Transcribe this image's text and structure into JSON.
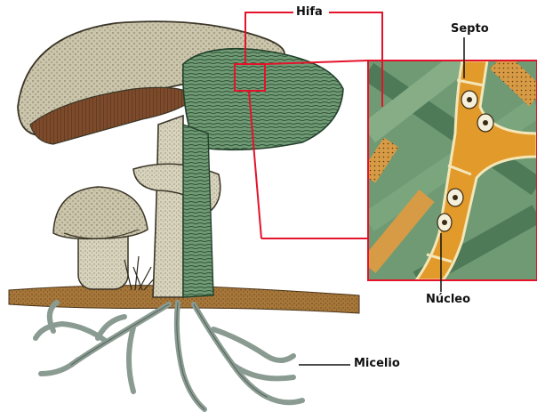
{
  "labels": {
    "hifa": "Hifa",
    "septo": "Septo",
    "nucleo": "Núcleo",
    "micelio": "Micelio"
  },
  "colors": {
    "leader_line": "#e4132b",
    "hypha_green": "#6f9a74",
    "hypha_dark": "#3e6b4a",
    "cell_orange": "#e39a2c",
    "cap_beige": "#c9c2a6",
    "gills_brown": "#7a4a2a",
    "soil_brown": "#a8783a",
    "mycelium_gray": "#a7b5ad"
  }
}
